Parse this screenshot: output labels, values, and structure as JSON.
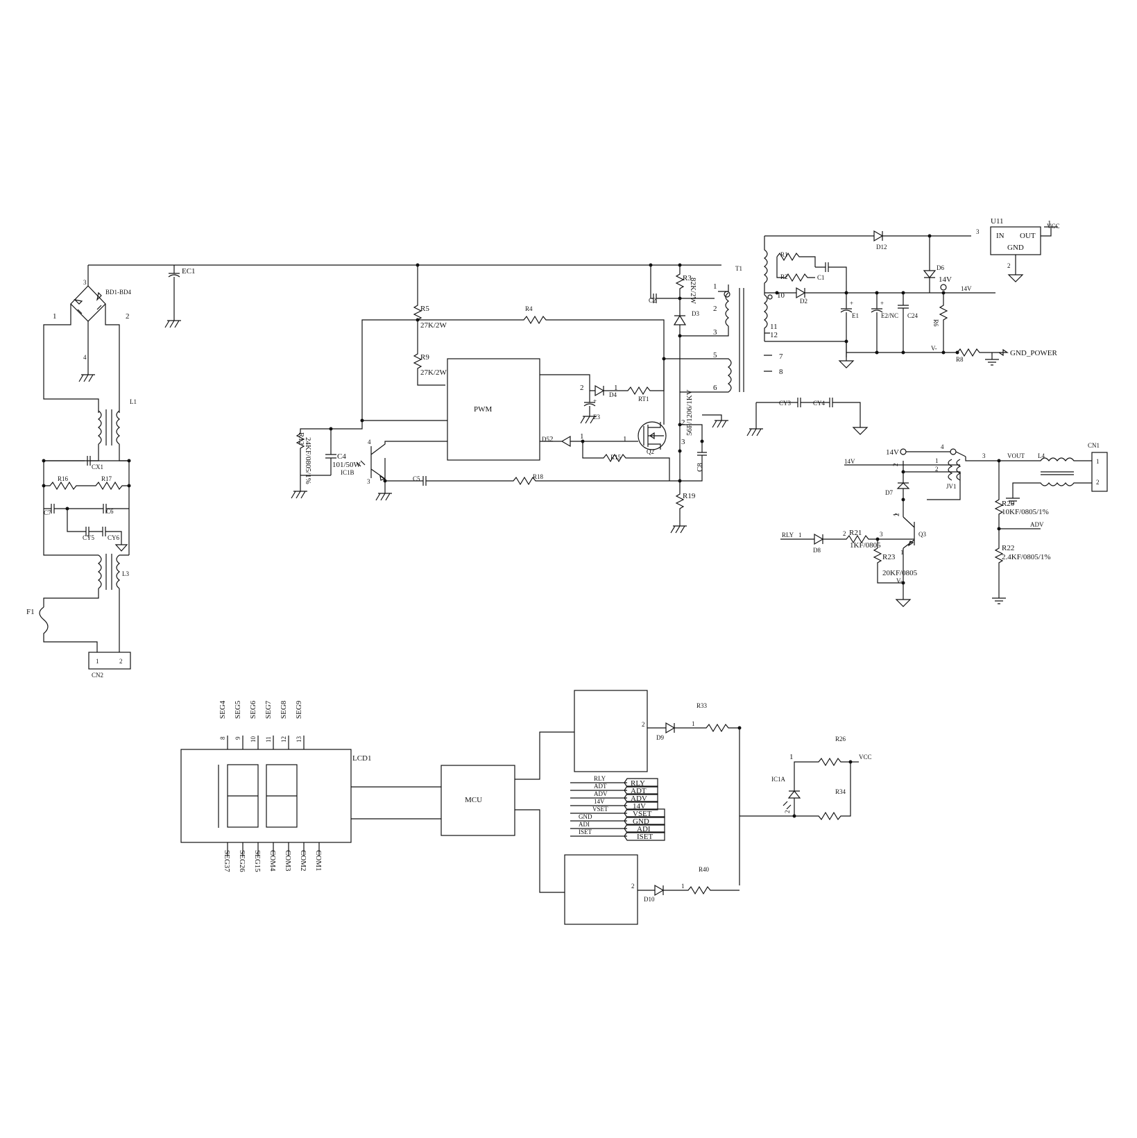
{
  "labels": {
    "ec1": "EC1",
    "bd": "BD1-BD4",
    "bd_pin1": "1",
    "bd_pin2": "2",
    "bd_pin3": "3",
    "bd_pin4": "4",
    "l1": "L1",
    "cx1": "CX1",
    "r16": "R16",
    "r17": "R17",
    "c7": "C7",
    "c6": "C6",
    "cy5": "CY5",
    "cy6": "CY6",
    "l3": "L3",
    "f1": "F1",
    "cn2": "CN2",
    "cn2_pin1": "1",
    "cn2_pin2": "2",
    "r5": "R5",
    "r5_val": "27K/2W",
    "r9": "R9",
    "r9_val": "27K/2W",
    "r4": "R4",
    "pwm": "PWM",
    "r12": "R12",
    "r12_val": "24KF/0805/1%",
    "c4": "C4",
    "c4_val": "101/50W",
    "ic1b": "IC1B",
    "ic1b_pin4": "4",
    "ic1b_pin3": "3",
    "c5": "C5",
    "r18": "R18",
    "r19": "R19",
    "d4": "D4",
    "d4_pin2": "2",
    "d4_pin1": "1",
    "rt1": "RT1",
    "e3": "E3",
    "d5": "D5",
    "d5_pin2": "2",
    "d5_pin1": "1",
    "r15": "R15",
    "q2": "Q2",
    "q2_pin2": "2",
    "q2_pin3": "3",
    "c8": "C8",
    "c8_val": "56P/1206/1KV",
    "r3": "R3",
    "r3_val": "82K/2W",
    "c2": "C2",
    "d3": "D3",
    "t1": "T1",
    "t1_p1": "1",
    "t1_p2": "2",
    "t1_p3": "3",
    "t1_p5": "5",
    "t1_p6": "6",
    "t1_p7": "7",
    "t1_p8": "8",
    "t1_p10": "10",
    "t1_p11": "11",
    "t1_p12": "12",
    "cy3": "CY3",
    "cy4": "CY4",
    "d12": "D12",
    "r1": "R1",
    "r2": "R2",
    "c1": "C1",
    "d2": "D2",
    "d6": "D6",
    "e1": "E1",
    "e2": "E2/NC",
    "c24": "C24",
    "r6": "R6",
    "r8": "R8",
    "net_14v": "14V",
    "net_14v_small": "14V",
    "net_vminus": "V-",
    "gnd_power": "GND_POWER",
    "u11": "U11",
    "u11_in": "IN",
    "u11_out": "OUT",
    "u11_gnd": "GND",
    "u11_pin3": "3",
    "u11_pin1": "1",
    "u11_pin2": "2",
    "vcc": "VCC",
    "jv1_14v": "14V",
    "jv1": "JV1",
    "jv1_pin4": "4",
    "jv1_pin3": "3",
    "jv1_pin1": "1",
    "jv1_pin2": "2",
    "vout": "VOUT",
    "l4": "L4",
    "cn1": "CN1",
    "cn1_pin1": "1",
    "cn1_pin2": "2",
    "d7": "D7",
    "d7_pin2": "2",
    "d7_pin1": "1",
    "r20": "R20",
    "r20_val": "10KF/0805/1%",
    "adv": "ADV",
    "r22": "R22",
    "r22_val": "2.4KF/0805/1%",
    "rly": "RLY",
    "rly_pin1": "1",
    "d8": "D8",
    "r21": "R21",
    "r21_pin2": "2",
    "r21_val": "1KF/0805",
    "q3_pin3": "3",
    "q3": "Q3",
    "q3_pin2": "2",
    "q3_pin1": "1",
    "r23": "R23",
    "r23_val": "20KF/0805",
    "r23_vminus": "V-",
    "lcd1": "LCD1",
    "seg_top": [
      "SEG4",
      "SEG5",
      "SEG6",
      "SEG7",
      "SEG8",
      "SEG9"
    ],
    "pin_top": [
      "8",
      "9",
      "10",
      "11",
      "12",
      "13"
    ],
    "seg_bottom": [
      "SEG37",
      "SEG26",
      "SEG15",
      "COM4",
      "COM3",
      "COM2",
      "COM1"
    ],
    "mcu": "MCU",
    "r33": "R33",
    "d9": "D9",
    "d9_pin2": "2",
    "d9_pin1": "1",
    "r40": "R40",
    "d10": "D10",
    "d10_pin2": "2",
    "d10_pin1": "1",
    "ic1a": "IC1A",
    "ic1a_pin1": "1",
    "ic1a_pin2": "2",
    "r26": "R26",
    "r34": "R34",
    "vcc2": "VCC",
    "sig_left": [
      "RLY",
      "ADT",
      "ADV",
      "14V",
      "VSET",
      "GND",
      "ADI",
      "ISET"
    ],
    "sig_right": [
      "RLY",
      "ADT",
      "ADV",
      "14V",
      "VSET",
      "GND",
      "ADI",
      "ISET"
    ]
  }
}
